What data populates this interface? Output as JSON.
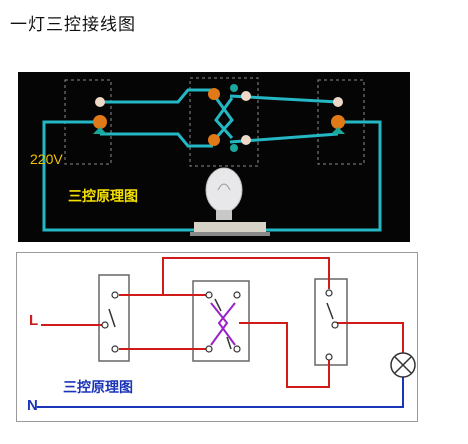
{
  "page": {
    "title": "一灯三控接线图"
  },
  "top_diagram": {
    "voltage_label": "220V",
    "caption": "三控原理图",
    "colors": {
      "background": "#050505",
      "wire": "#24b8c4",
      "terminal": "#e07a18",
      "contact": "#1aa89c",
      "dashed": "#8a8a8a"
    }
  },
  "bottom_diagram": {
    "line_label": "L",
    "neutral_label": "N",
    "caption": "三控原理图",
    "colors": {
      "live": "#d11a1a",
      "neutral": "#1b35b8",
      "switch_box": "#666666",
      "cross": "#9b22c9"
    }
  }
}
